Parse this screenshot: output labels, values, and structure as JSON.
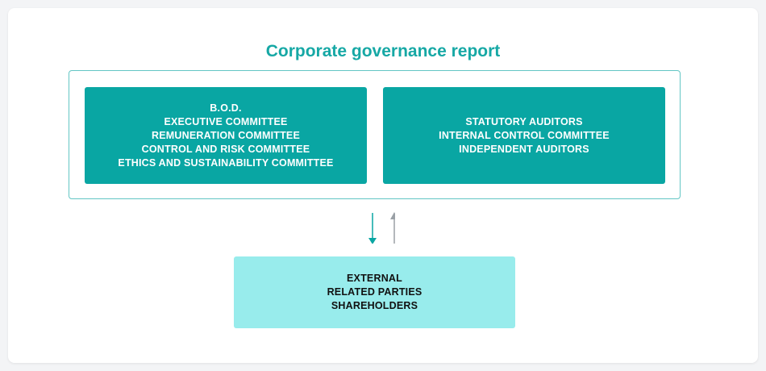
{
  "title": "Corporate governance report",
  "colors": {
    "accent": "#16a8a5",
    "box_dark": "#09a6a3",
    "box_light": "#98ecec",
    "frame": "#63c6c4",
    "arrow_down": "#09a6a3",
    "arrow_up": "#9aa0a6"
  },
  "left_box": {
    "lines": [
      "B.O.D.",
      "EXECUTIVE COMMITTEE",
      "REMUNERATION COMMITTEE",
      "CONTROL AND RISK COMMITTEE",
      "ETHICS AND SUSTAINABILITY COMMITTEE"
    ]
  },
  "right_box": {
    "lines": [
      "STATUTORY AUDITORS",
      "INTERNAL CONTROL COMMITTEE",
      "INDEPENDENT AUDITORS"
    ]
  },
  "bottom_box": {
    "lines": [
      "EXTERNAL",
      "RELATED PARTIES",
      "SHAREHOLDERS"
    ]
  },
  "icons": {
    "down": "arrow-down-icon",
    "up": "arrow-up-icon"
  }
}
